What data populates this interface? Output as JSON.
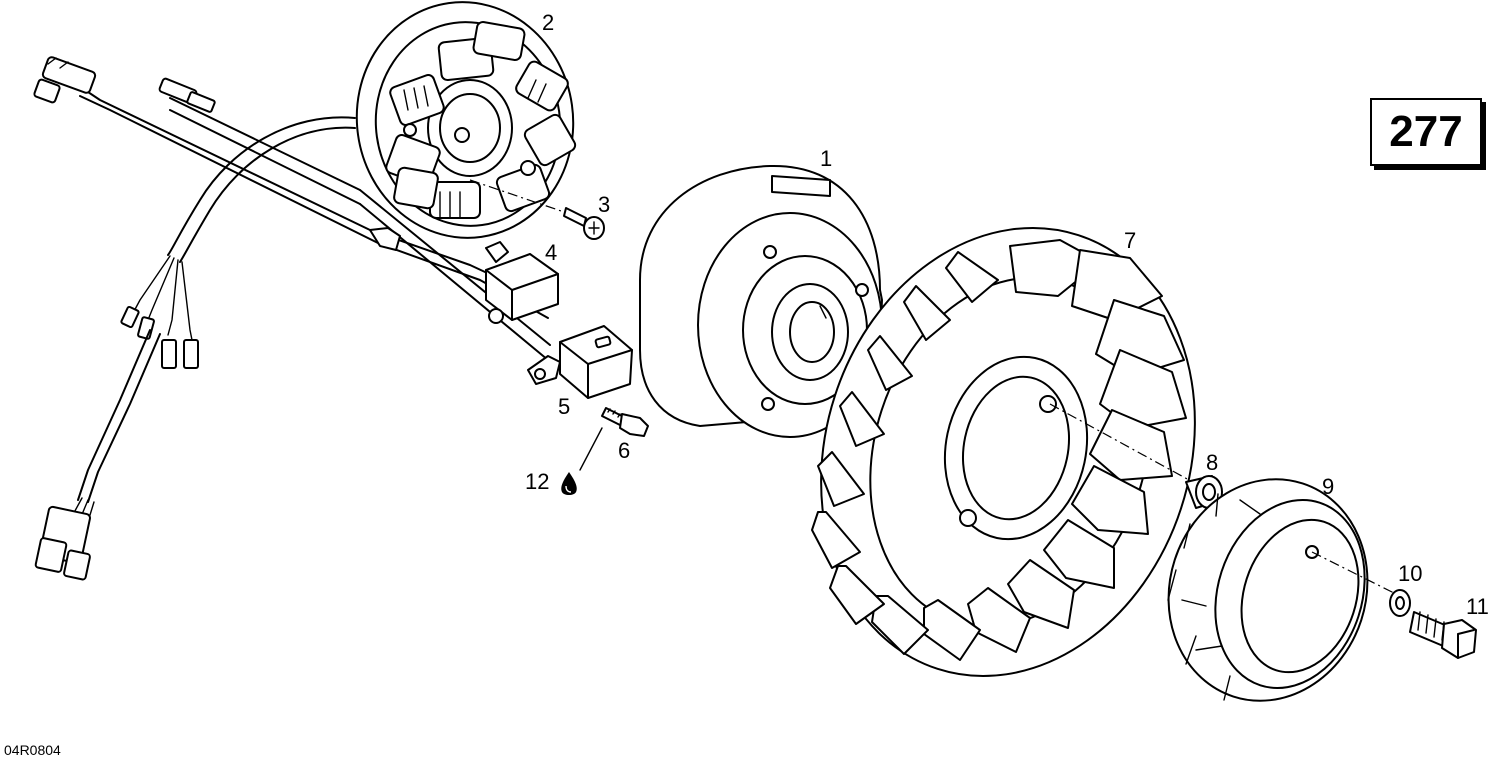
{
  "page_number": "277",
  "reference_code": "04R0804",
  "callouts": {
    "c1": "1",
    "c2": "2",
    "c3": "3",
    "c4": "4",
    "c5": "5",
    "c6": "6",
    "c7": "7",
    "c8": "8",
    "c9": "9",
    "c10": "10",
    "c11": "11",
    "c12": "12"
  }
}
